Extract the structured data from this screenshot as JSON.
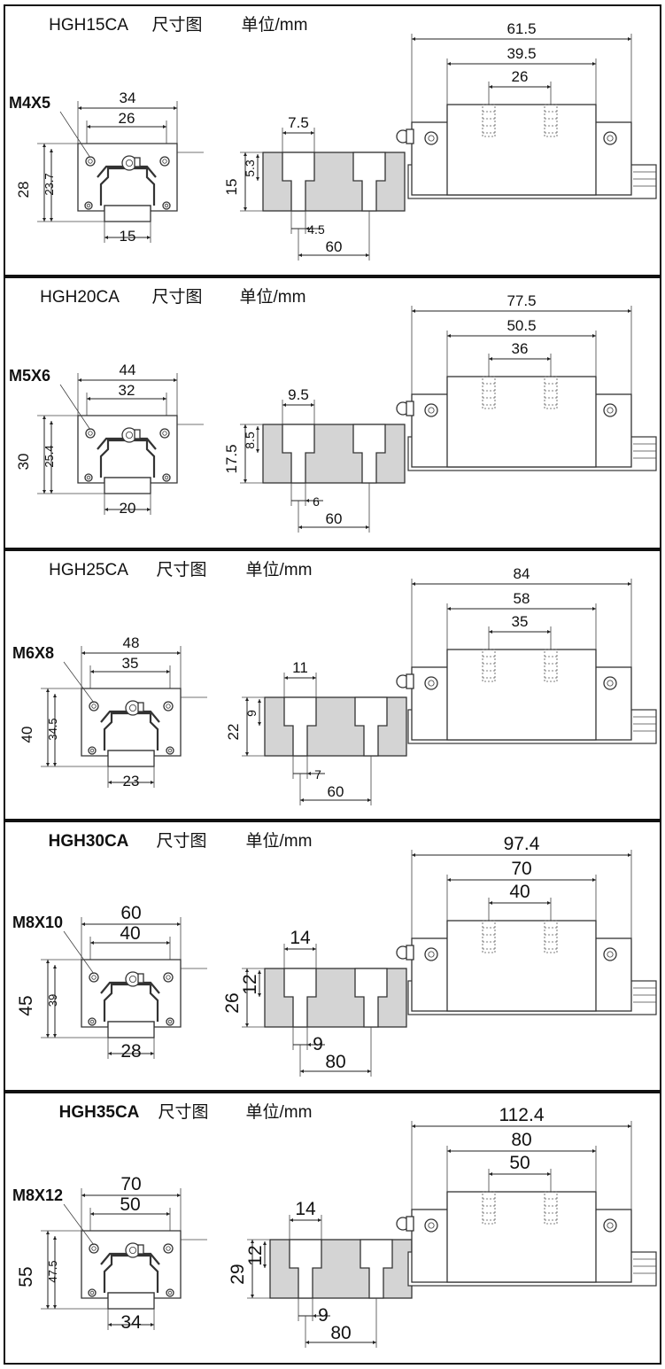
{
  "unit_label": "单位/mm",
  "drawing_label": "尺寸图",
  "panels": [
    {
      "model": "HGH15CA",
      "end_view": {
        "bolt": "M4X5",
        "width": "34",
        "hole_pitch": "26",
        "height": "28",
        "rail_height": "23.7",
        "rail_width": "15"
      },
      "section_view": {
        "counterbore_dia": "7.5",
        "counterbore_depth": "5.3",
        "rail_h": "15",
        "hole_dia": "4.5",
        "pitch": "60"
      },
      "side_view": {
        "length": "61.5",
        "body_length": "39.5",
        "hole_spacing": "26"
      }
    },
    {
      "model": "HGH20CA",
      "end_view": {
        "bolt": "M5X6",
        "width": "44",
        "hole_pitch": "32",
        "height": "30",
        "rail_height": "25.4",
        "rail_width": "20"
      },
      "section_view": {
        "counterbore_dia": "9.5",
        "counterbore_depth": "8.5",
        "rail_h": "17.5",
        "hole_dia": "6",
        "pitch": "60"
      },
      "side_view": {
        "length": "77.5",
        "body_length": "50.5",
        "hole_spacing": "36"
      }
    },
    {
      "model": "HGH25CA",
      "end_view": {
        "bolt": "M6X8",
        "width": "48",
        "hole_pitch": "35",
        "height": "40",
        "rail_height": "34.5",
        "rail_width": "23"
      },
      "section_view": {
        "counterbore_dia": "11",
        "counterbore_depth": "9",
        "rail_h": "22",
        "hole_dia": "7",
        "pitch": "60"
      },
      "side_view": {
        "length": "84",
        "body_length": "58",
        "hole_spacing": "35"
      }
    },
    {
      "model": "HGH30CA",
      "end_view": {
        "bolt": "M8X10",
        "width": "60",
        "hole_pitch": "40",
        "height": "45",
        "rail_height": "39",
        "rail_width": "28"
      },
      "section_view": {
        "counterbore_dia": "14",
        "counterbore_depth": "12",
        "rail_h": "26",
        "hole_dia": "9",
        "pitch": "80"
      },
      "side_view": {
        "length": "97.4",
        "body_length": "70",
        "hole_spacing": "40"
      }
    },
    {
      "model": "HGH35CA",
      "end_view": {
        "bolt": "M8X12",
        "width": "70",
        "hole_pitch": "50",
        "height": "55",
        "rail_height": "47.5",
        "rail_width": "34"
      },
      "section_view": {
        "counterbore_dia": "14",
        "counterbore_depth": "12",
        "rail_h": "29",
        "hole_dia": "9",
        "pitch": "80"
      },
      "side_view": {
        "length": "112.4",
        "body_length": "80",
        "hole_spacing": "50"
      }
    }
  ]
}
